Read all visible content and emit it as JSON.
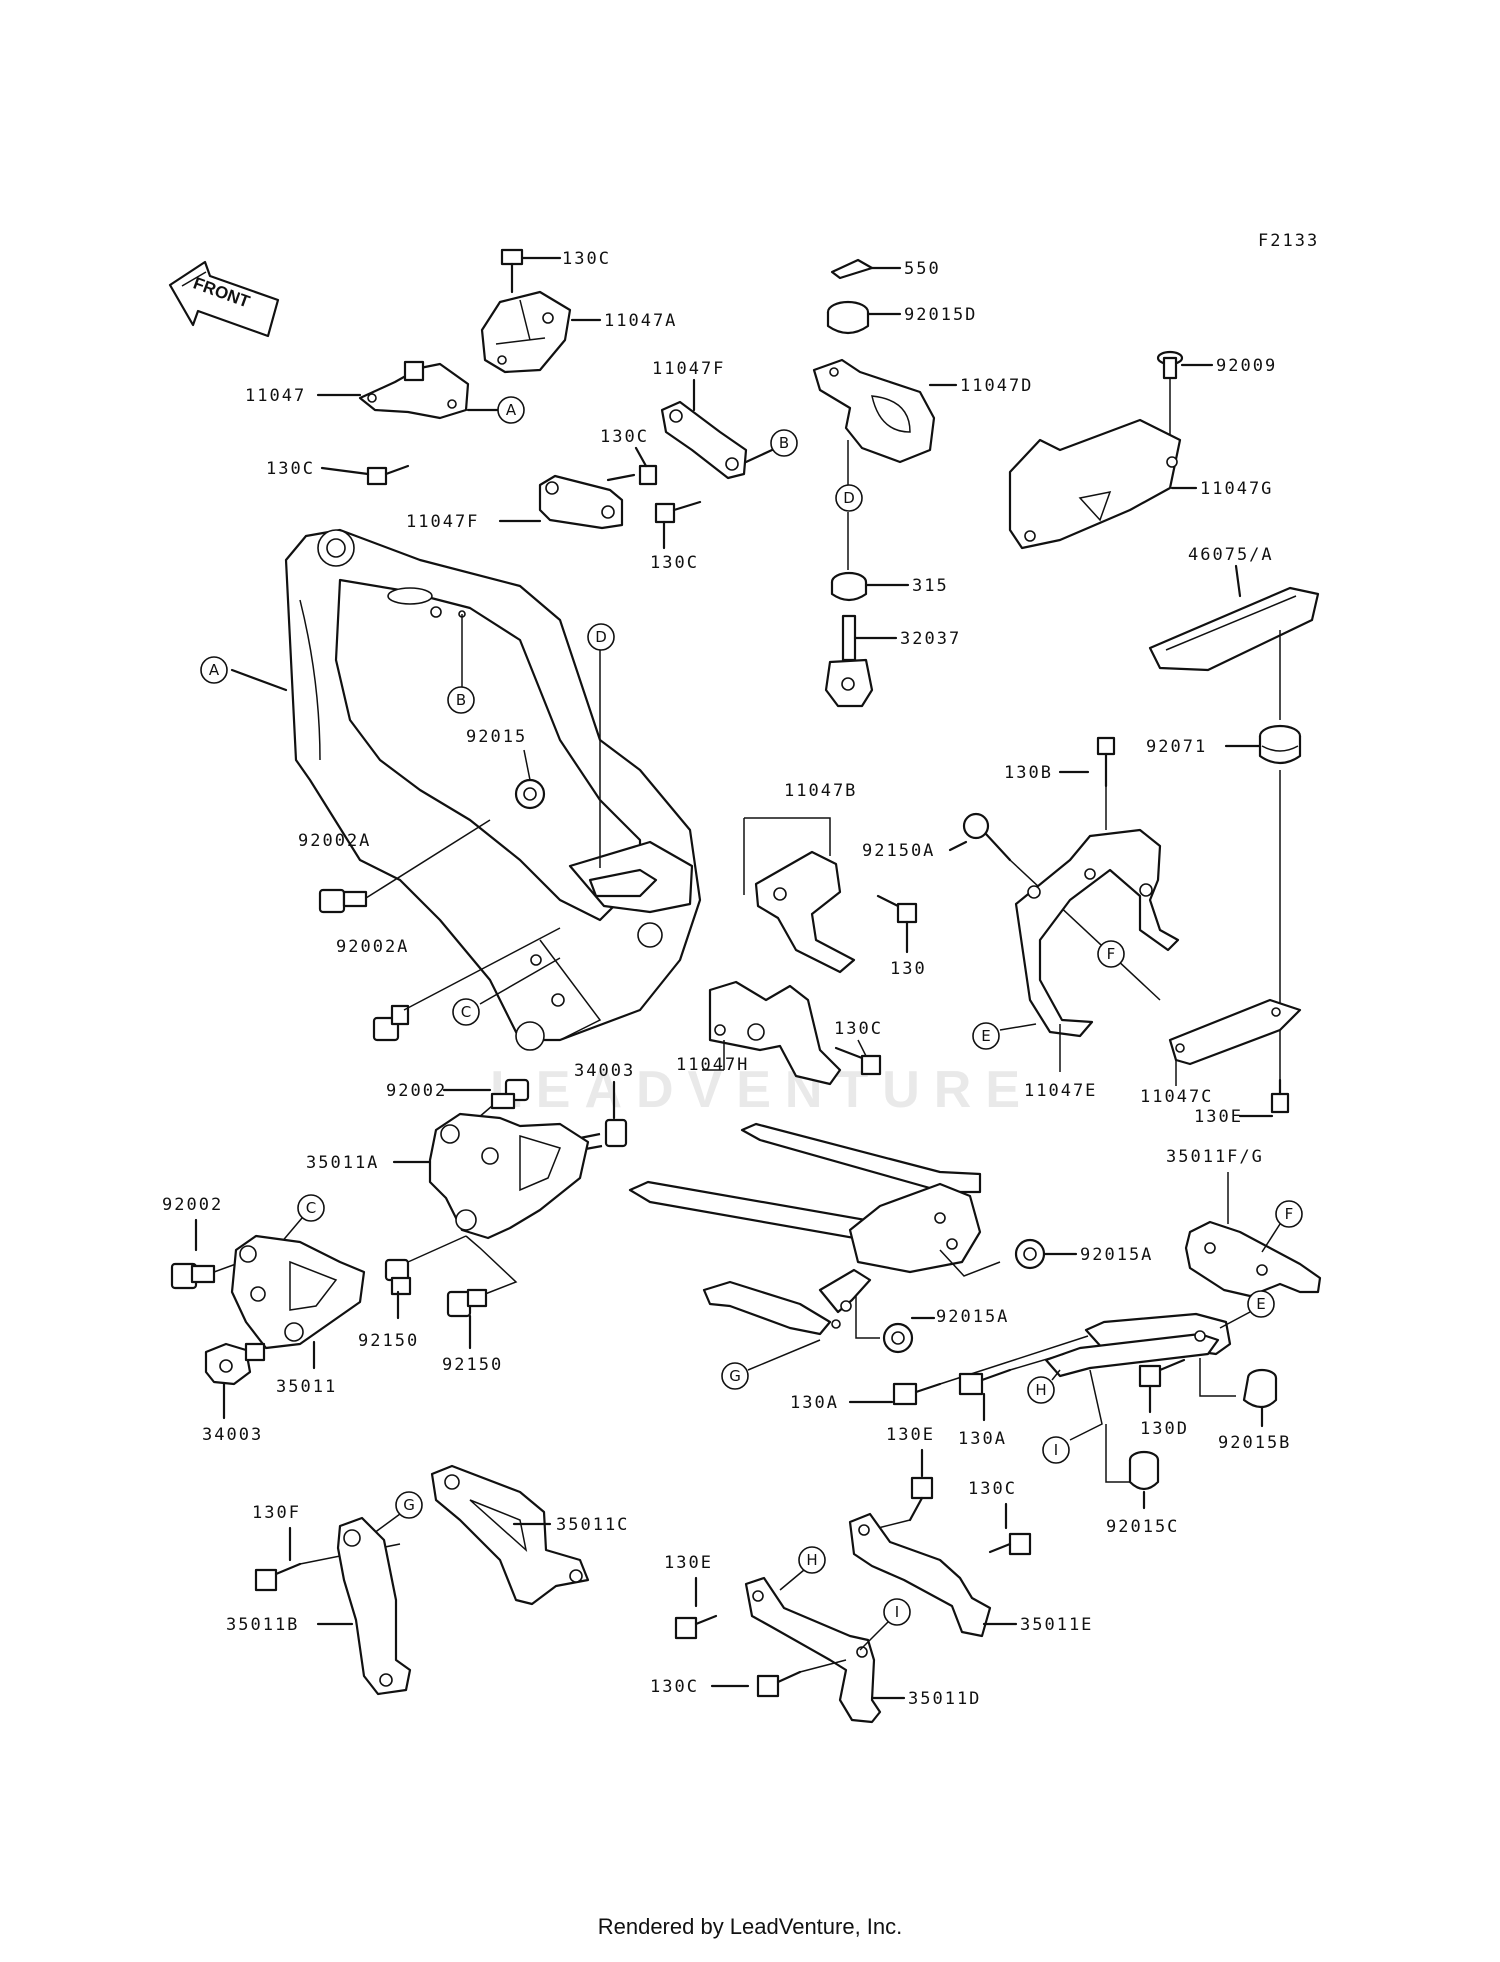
{
  "diagram_code": "F2133",
  "front_arrow": "FRONT",
  "watermark": "LEADVENTURE",
  "footer": "Rendered by LeadVenture, Inc.",
  "labels": {
    "l130c_top": "130C",
    "l11047a": "11047A",
    "l11047": "11047",
    "l130c_left": "130C",
    "l11047f_a": "11047F",
    "l130c_mid": "130C",
    "l11047f_b": "11047F",
    "l130c_mid2": "130C",
    "l550": "550",
    "l92015d": "92015D",
    "l11047d": "11047D",
    "l315": "315",
    "l32037": "32037",
    "l92009": "92009",
    "l11047g": "11047G",
    "l46075a": "46075/A",
    "l92071": "92071",
    "l130b": "130B",
    "l92150a": "92150A",
    "l11047e": "11047E",
    "l11047c": "11047C",
    "l130e_r": "130E",
    "l92015": "92015",
    "l92002a_1": "92002A",
    "l92002a_2": "92002A",
    "l11047b": "11047B",
    "l130": "130",
    "l130c_c": "130C",
    "l11047h": "11047H",
    "l92002_a": "92002",
    "l34003_a": "34003",
    "l35011a": "35011A",
    "l92002_b": "92002",
    "l92150_a": "92150",
    "l35011": "35011",
    "l34003_b": "34003",
    "l92150_b": "92150",
    "l35011fg": "35011F/G",
    "l92015a_1": "92015A",
    "l92015a_2": "92015A",
    "l130a_1": "130A",
    "l130a_2": "130A",
    "l130d": "130D",
    "l92015b": "92015B",
    "l92015c": "92015C",
    "l130e_1": "130E",
    "l130c_d": "130C",
    "l130f": "130F",
    "l35011c": "35011C",
    "l35011b": "35011B",
    "l130e_2": "130E",
    "l35011e": "35011E",
    "l130c_e": "130C",
    "l35011d": "35011D"
  },
  "callouts": {
    "a1": "A",
    "a2": "A",
    "b1": "B",
    "b2": "B",
    "d1": "D",
    "d2": "D",
    "c1": "C",
    "c2": "C",
    "e1": "E",
    "e2": "E",
    "f1": "F",
    "f2": "F",
    "g1": "G",
    "g2": "G",
    "h1": "H",
    "h2": "H",
    "i1": "I",
    "i2": "I"
  }
}
